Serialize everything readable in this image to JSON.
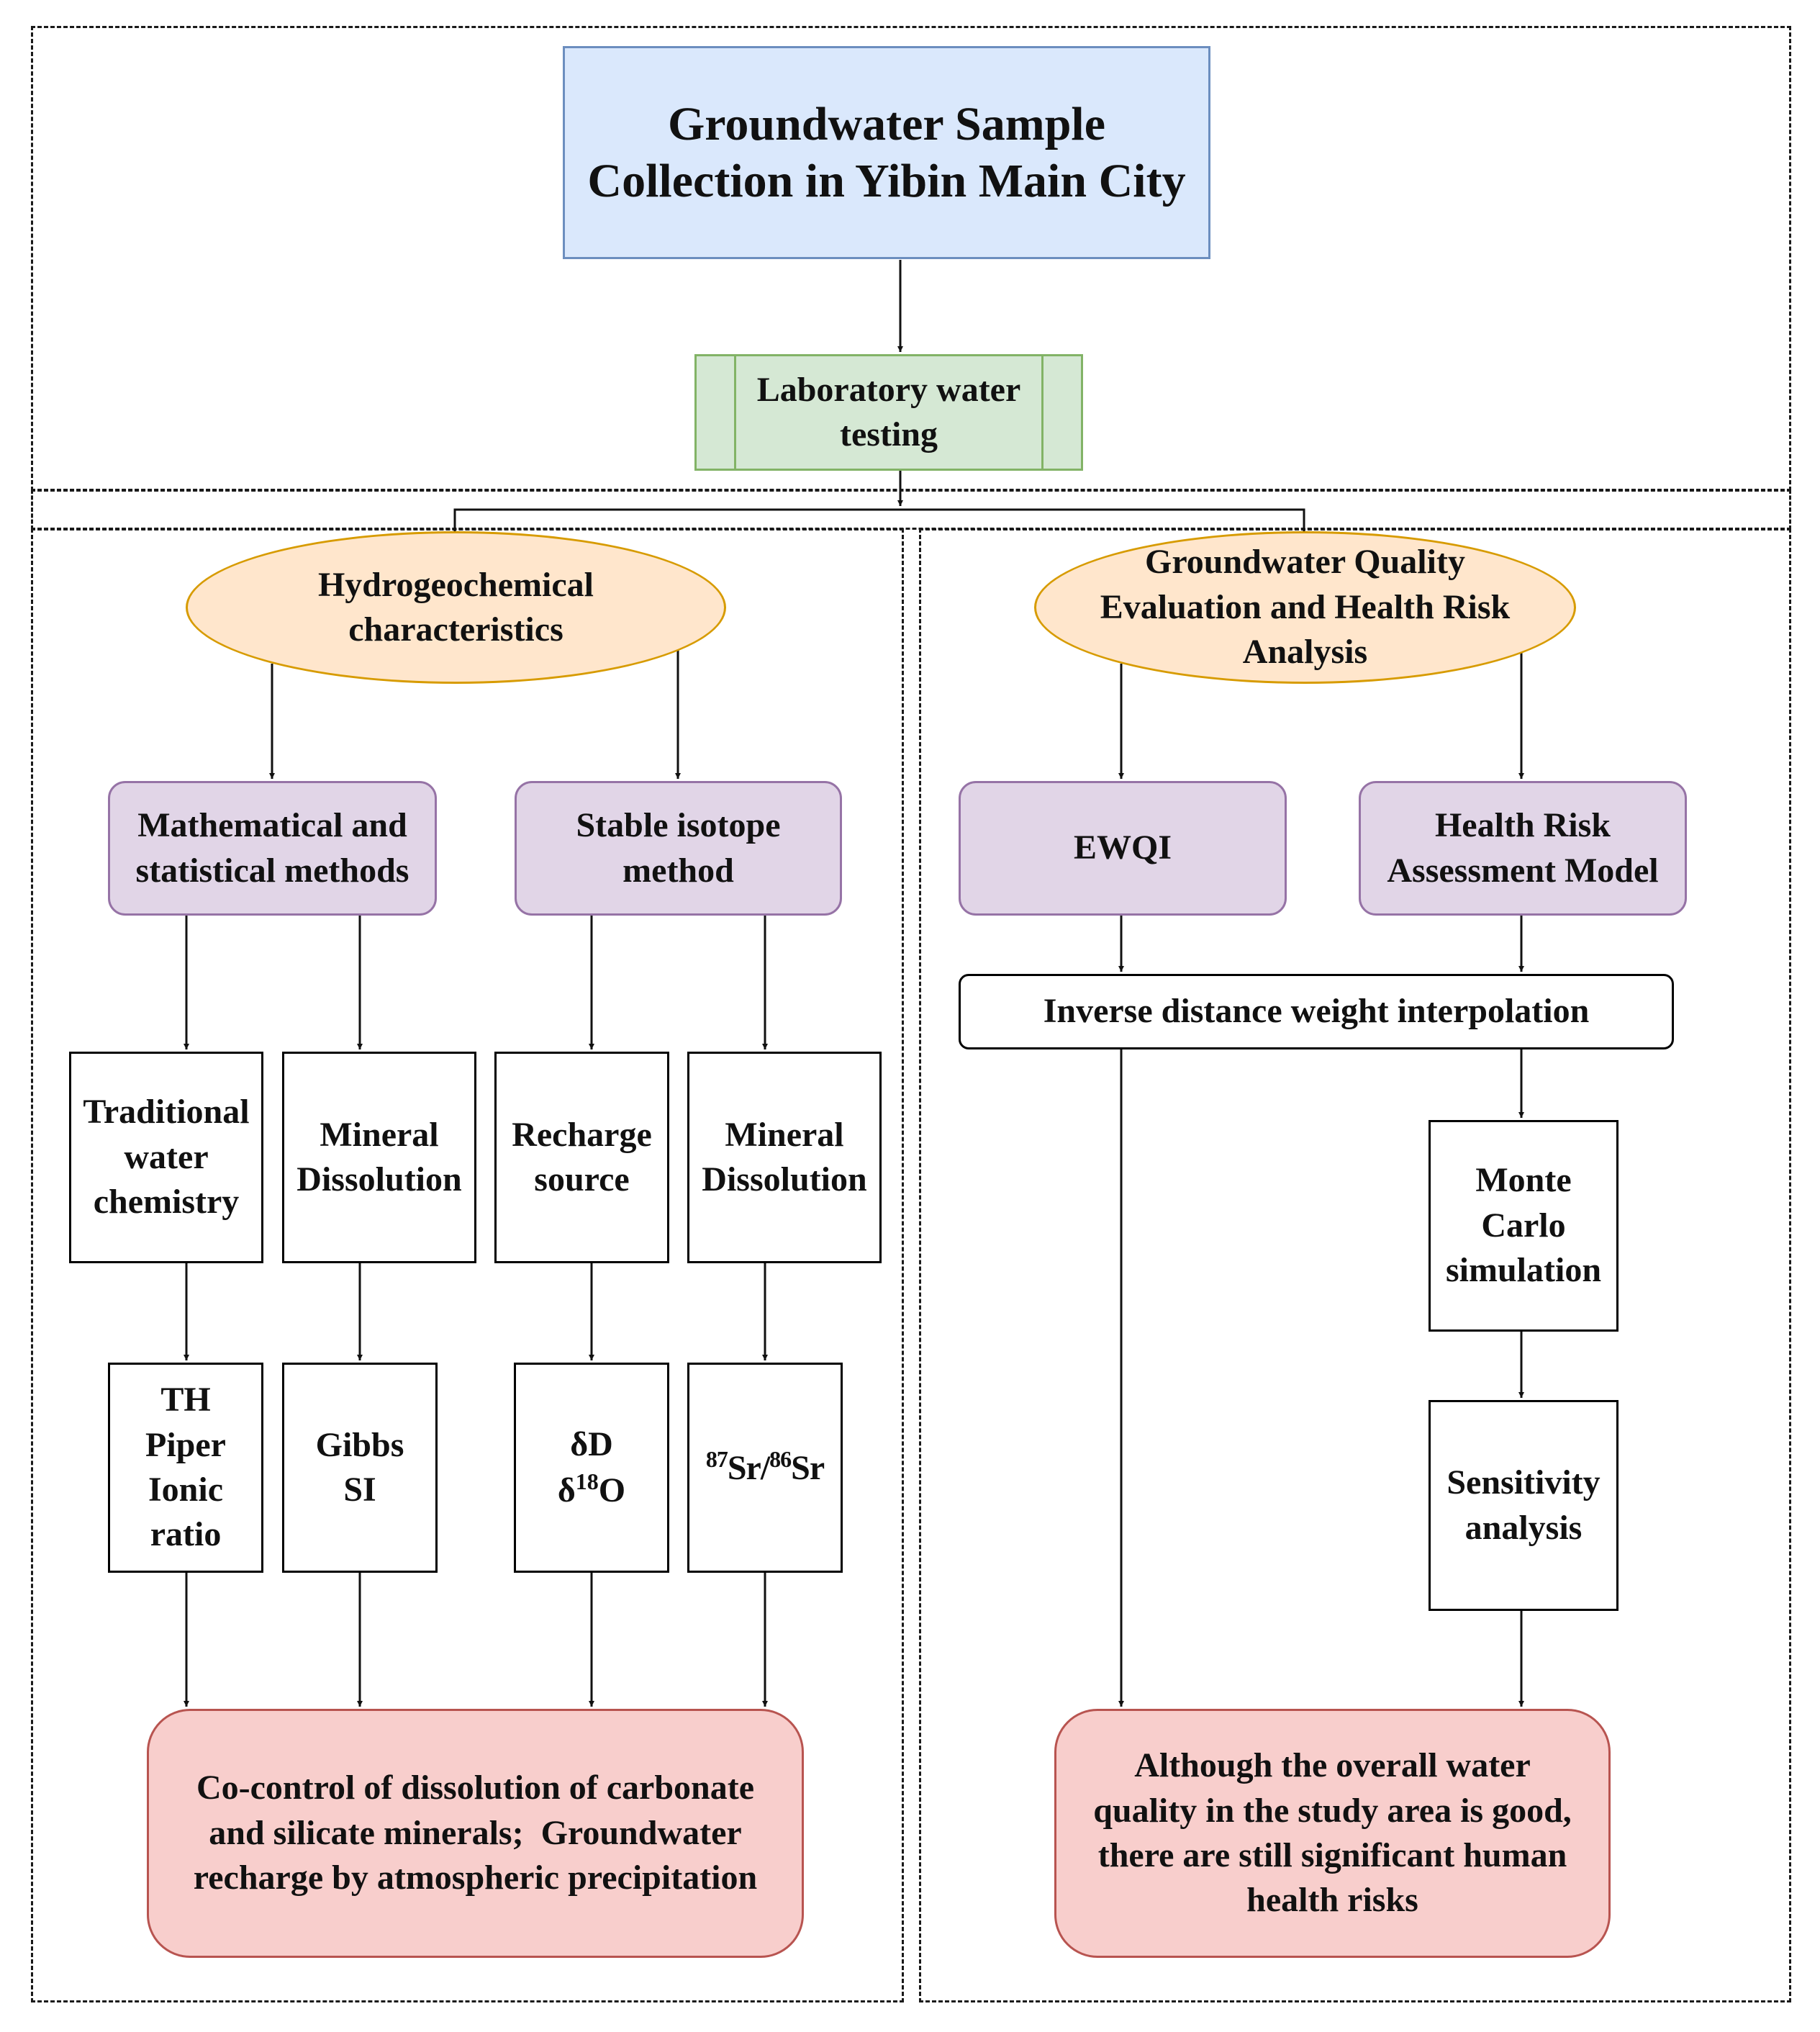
{
  "nodes": {
    "sample_collection": [
      "Groundwater Sample",
      "Collection in Yibin Main City"
    ],
    "lab_testing": [
      "Laboratory water",
      "testing"
    ],
    "hydro": [
      "Hydrogeochemical",
      "characteristics"
    ],
    "quality": [
      "Groundwater Quality",
      "Evaluation and Health Risk",
      "Analysis"
    ],
    "math_stat": [
      "Mathematical and",
      "statistical methods"
    ],
    "isotope": [
      "Stable isotope",
      "method"
    ],
    "ewqi": [
      "EWQI"
    ],
    "health_model": [
      "Health Risk",
      "Assessment Model"
    ],
    "idw": [
      "Inverse distance weight interpolation"
    ],
    "traditional": [
      "Traditional",
      "water",
      "chemistry"
    ],
    "mineral1": [
      "Mineral",
      "Dissolution"
    ],
    "recharge": [
      "Recharge",
      "source"
    ],
    "mineral2": [
      "Mineral",
      "Dissolution"
    ],
    "monte_carlo": [
      "Monte",
      "Carlo",
      "simulation"
    ],
    "th_piper": [
      "TH",
      "Piper",
      "Ionic",
      "ratio"
    ],
    "gibbs": [
      "Gibbs",
      "SI"
    ],
    "delta": {
      "d_sym": "δ",
      "d_txt": "D",
      "o_sym": "δ",
      "o_sup": "18",
      "o_txt": "O"
    },
    "strontium": {
      "sup1": "87",
      "txt1": "Sr/",
      "sup2": "86",
      "txt2": "Sr"
    },
    "sensitivity": [
      "Sensitivity",
      "analysis"
    ],
    "conclusion_left": [
      "Co-control of dissolution of carbonate",
      "and silicate minerals;  Groundwater",
      "recharge by atmospheric precipitation"
    ],
    "conclusion_right": [
      "Although the overall water",
      "quality in the study area is good,",
      "there are still significant human",
      "health risks"
    ]
  },
  "colors": {
    "blue_fill": "#dae8fc",
    "blue_stroke": "#6c8ebf",
    "green_fill": "#d5e8d4",
    "green_stroke": "#82b366",
    "orange_fill": "#ffe6cc",
    "orange_stroke": "#d79b00",
    "purple_fill": "#e1d5e7",
    "purple_stroke": "#9673a6",
    "red_fill": "#f8cecc",
    "red_stroke": "#b85450"
  }
}
